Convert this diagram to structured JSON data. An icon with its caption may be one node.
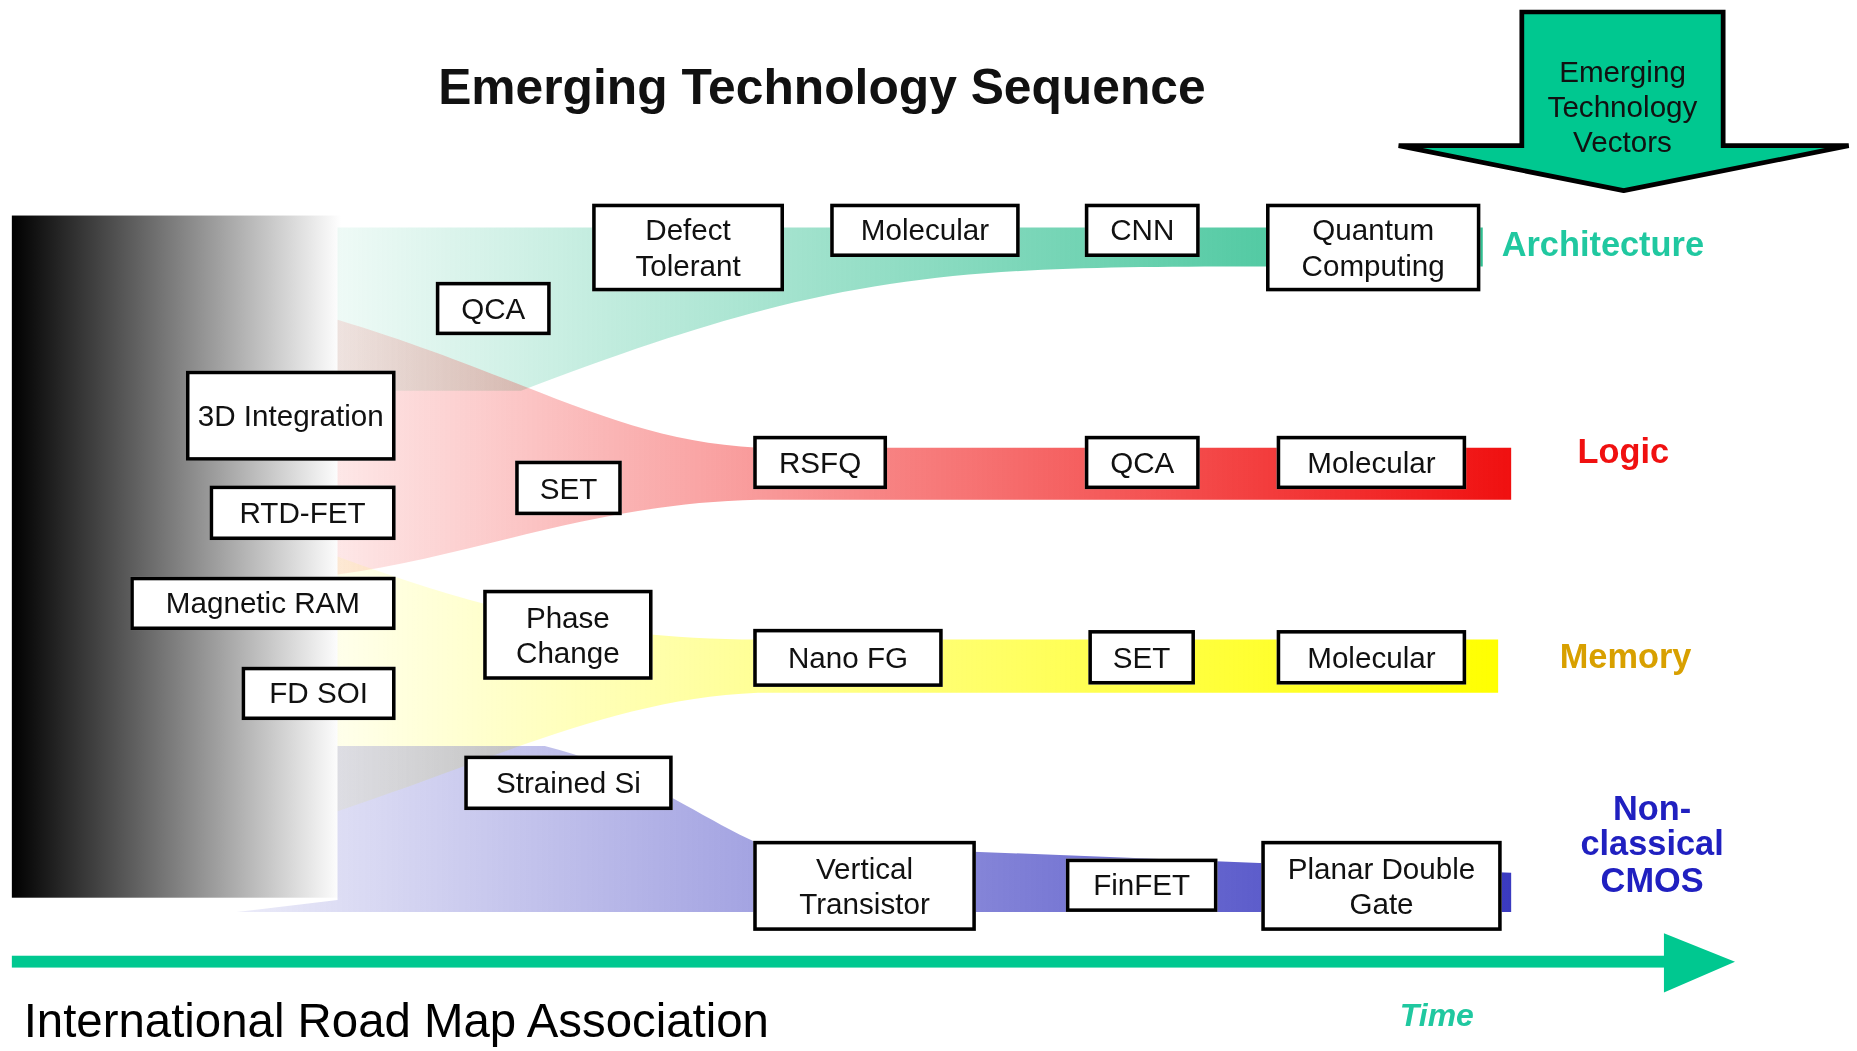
{
  "diagram": {
    "title": "Emerging Technology Sequence",
    "nodes": [
      {
        "text": [
          "Emerging Technology Vectors"
        ]
      },
      {
        "text": [
          "Defect Tolerant"
        ]
      },
      {
        "text": [
          "Molecular"
        ]
      },
      {
        "text": [
          "CNN"
        ]
      },
      {
        "text": [
          "Quantum Computing"
        ]
      },
      {
        "text": [
          "QCA"
        ]
      },
      {
        "text": [
          "3D Integration"
        ]
      },
      {
        "text": [
          "RSFQ"
        ]
      },
      {
        "text": [
          "QCA"
        ]
      },
      {
        "text": [
          "Molecular"
        ]
      },
      {
        "text": [
          "SET"
        ]
      },
      {
        "text": [
          "RTD-FET"
        ]
      },
      {
        "text": [
          "Magnetic RAM"
        ]
      },
      {
        "text": [
          "Phase Change"
        ]
      },
      {
        "text": [
          "Nano FG"
        ]
      },
      {
        "text": [
          "SET"
        ]
      },
      {
        "text": [
          "Molecular"
        ]
      },
      {
        "text": [
          "FD SOI"
        ]
      },
      {
        "text": [
          "Strained Si"
        ]
      },
      {
        "text": [
          "Vertical Transistor"
        ]
      },
      {
        "text": [
          "FinFET"
        ]
      },
      {
        "text": [
          "Planar Double Gate"
        ]
      }
    ],
    "labels": [
      "Architecture",
      "Logic",
      "Memory",
      "Non-classical CMOS",
      "Time",
      "International Road Map Association"
    ]
  }
}
